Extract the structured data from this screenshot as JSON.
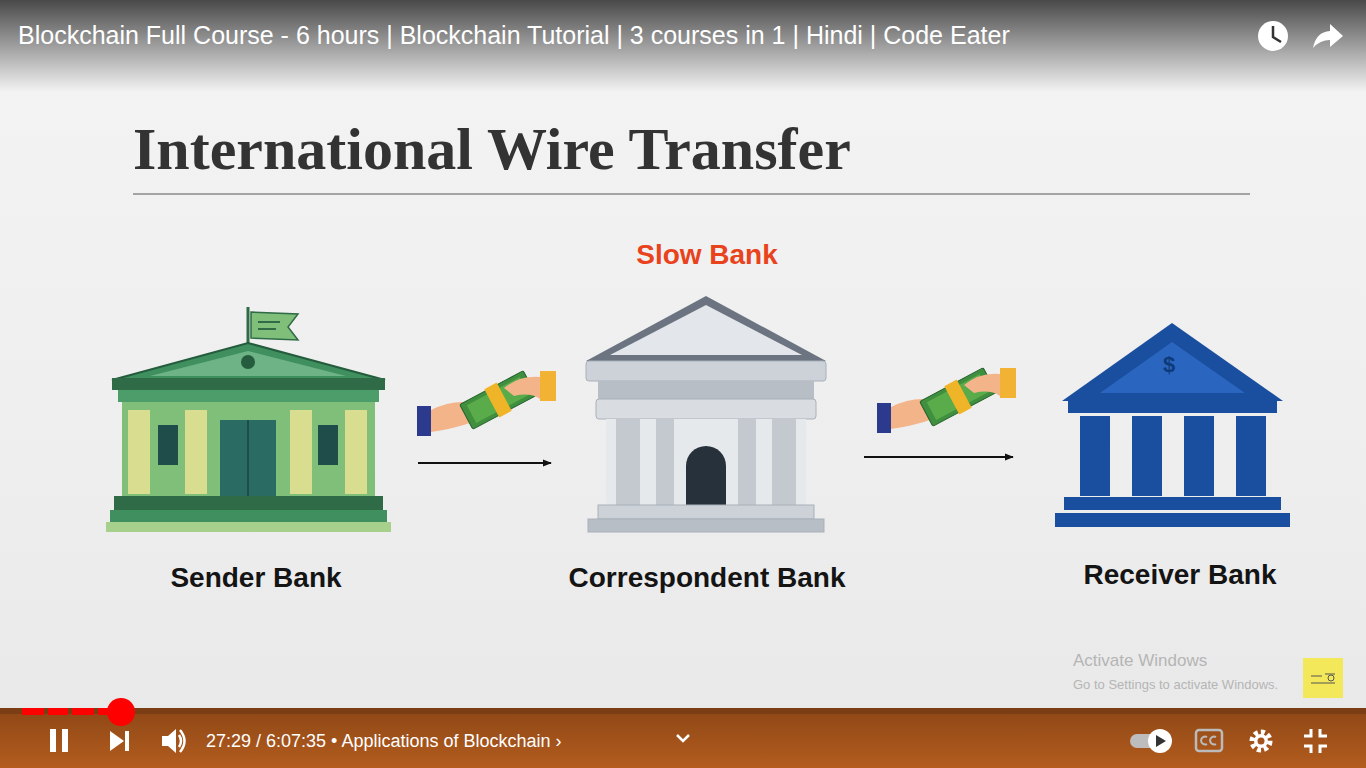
{
  "diagram": {
    "title": "International Wire Transfer",
    "nodes": [
      {
        "text": [
          "Sender Bank"
        ]
      },
      {
        "text": [
          "Slow Bank",
          "Correspondent Bank"
        ]
      },
      {
        "text": [
          "Receiver Bank"
        ]
      }
    ],
    "edges": [
      {
        "from": 0,
        "to": 1,
        "arrow": "to"
      },
      {
        "from": 1,
        "to": 2,
        "arrow": "to"
      }
    ],
    "labels": [
      "Blockchain Full Course - 6 hours | Blockchain Tutorial | 3 courses in 1 | Hindi | Code Eater",
      "27:29 / 6:07:35 • Applications of Blockchain ›",
      "$",
      "Activate Windows",
      "Go to Settings to activate Windows."
    ]
  }
}
